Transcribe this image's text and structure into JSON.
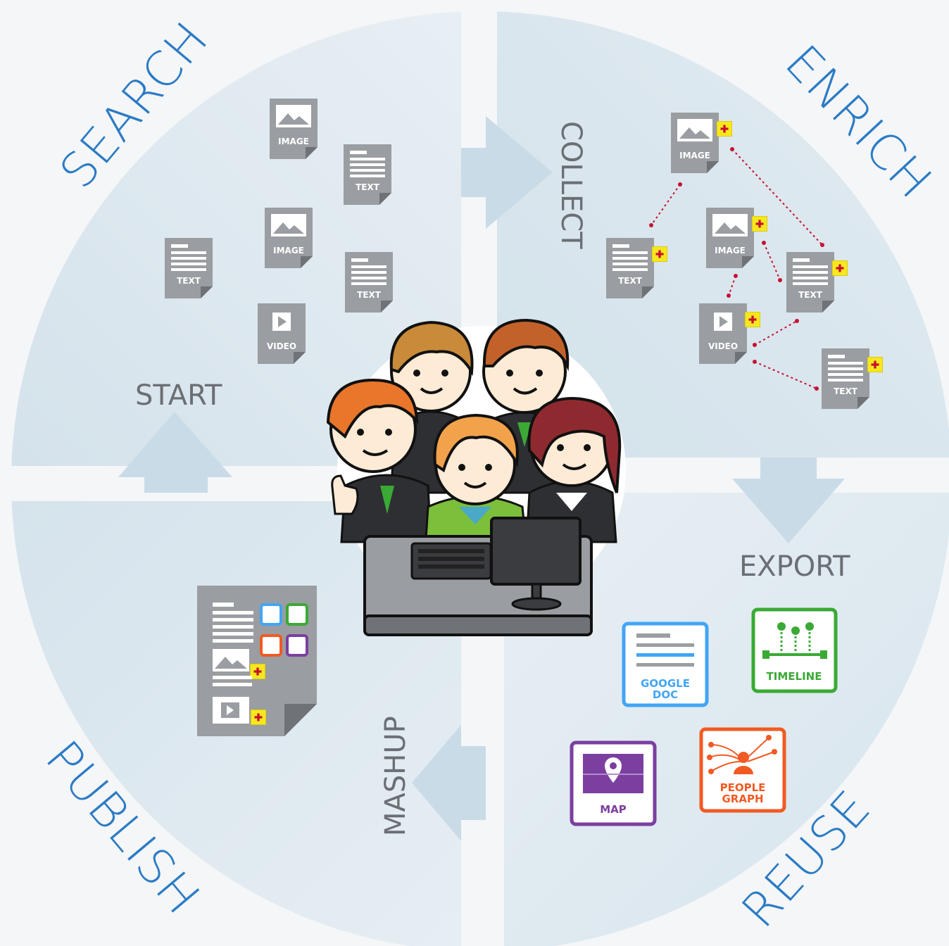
{
  "quadrants": {
    "search": "SEARCH",
    "enrich": "ENRICH",
    "reuse": "REUSE",
    "publish": "PUBLISH"
  },
  "steps": {
    "start": "START",
    "collect": "COLLECT",
    "export": "EXPORT",
    "mashup": "MASHUP"
  },
  "doc_types": {
    "image": "IMAGE",
    "text": "TEXT",
    "video": "VIDEO"
  },
  "tools": {
    "google_doc_line1": "GOOGLE",
    "google_doc_line2": "DOC",
    "timeline": "TIMELINE",
    "map": "MAP",
    "people_graph_line1": "PEOPLE",
    "people_graph_line2": "GRAPH"
  },
  "colors": {
    "quadrant_label": "#2b7bc4",
    "circle_fill": "#dde8ef",
    "google_doc": "#42a5f5",
    "timeline": "#3aaa35",
    "map": "#7b3fa0",
    "people_graph": "#f15a22",
    "enrich_badge": "#f7e81e",
    "link_dots": "#c8102e"
  },
  "icons": [
    "image-icon",
    "text-icon",
    "video-icon",
    "plus-badge-icon",
    "monitor-icon",
    "keyboard-icon",
    "map-pin-icon",
    "person-icon"
  ]
}
